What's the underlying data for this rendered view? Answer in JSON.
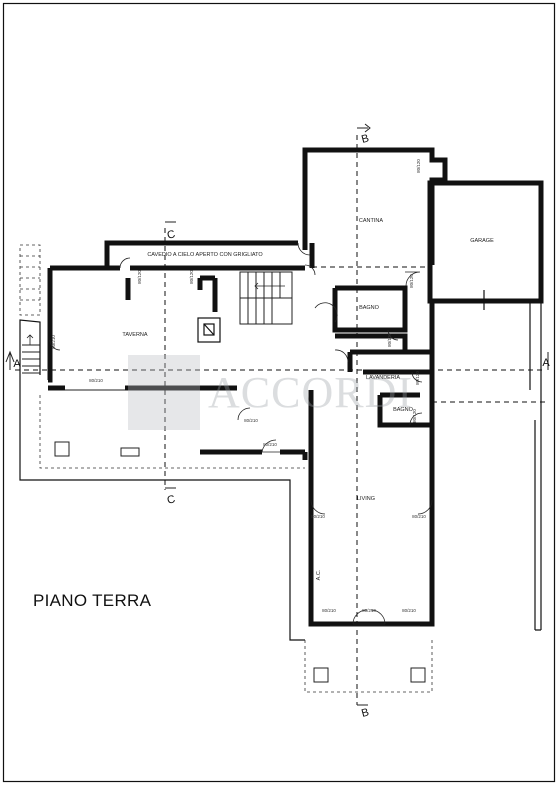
{
  "plan": {
    "title": "PIANO TERRA",
    "watermark": {
      "text": "ACCORDI"
    },
    "rooms": {
      "cavedio": "CAVEDIO A CIELO APERTO CON GRIGLIATO",
      "taverna": "TAVERNA",
      "cantina": "CANTINA",
      "garage": "GARAGE",
      "bagno_1": "BAGNO",
      "lavanderia": "LAVANDERIA",
      "bagno_2": "BAGNO",
      "living": "LIVING",
      "ac": "A.C."
    },
    "sections": {
      "a_left": "A",
      "a_right": "A",
      "b_top": "B",
      "b_bottom": "B",
      "c_top": "C",
      "c_bottom": "C"
    },
    "dimensions": [
      "80/120",
      "80/120",
      "80/120",
      "80/120",
      "80/120",
      "80/120",
      "80/120",
      "80/210",
      "80/210",
      "80/210",
      "80/210",
      "80/210",
      "80/210",
      "80/210",
      "80/210",
      "80/210"
    ]
  }
}
